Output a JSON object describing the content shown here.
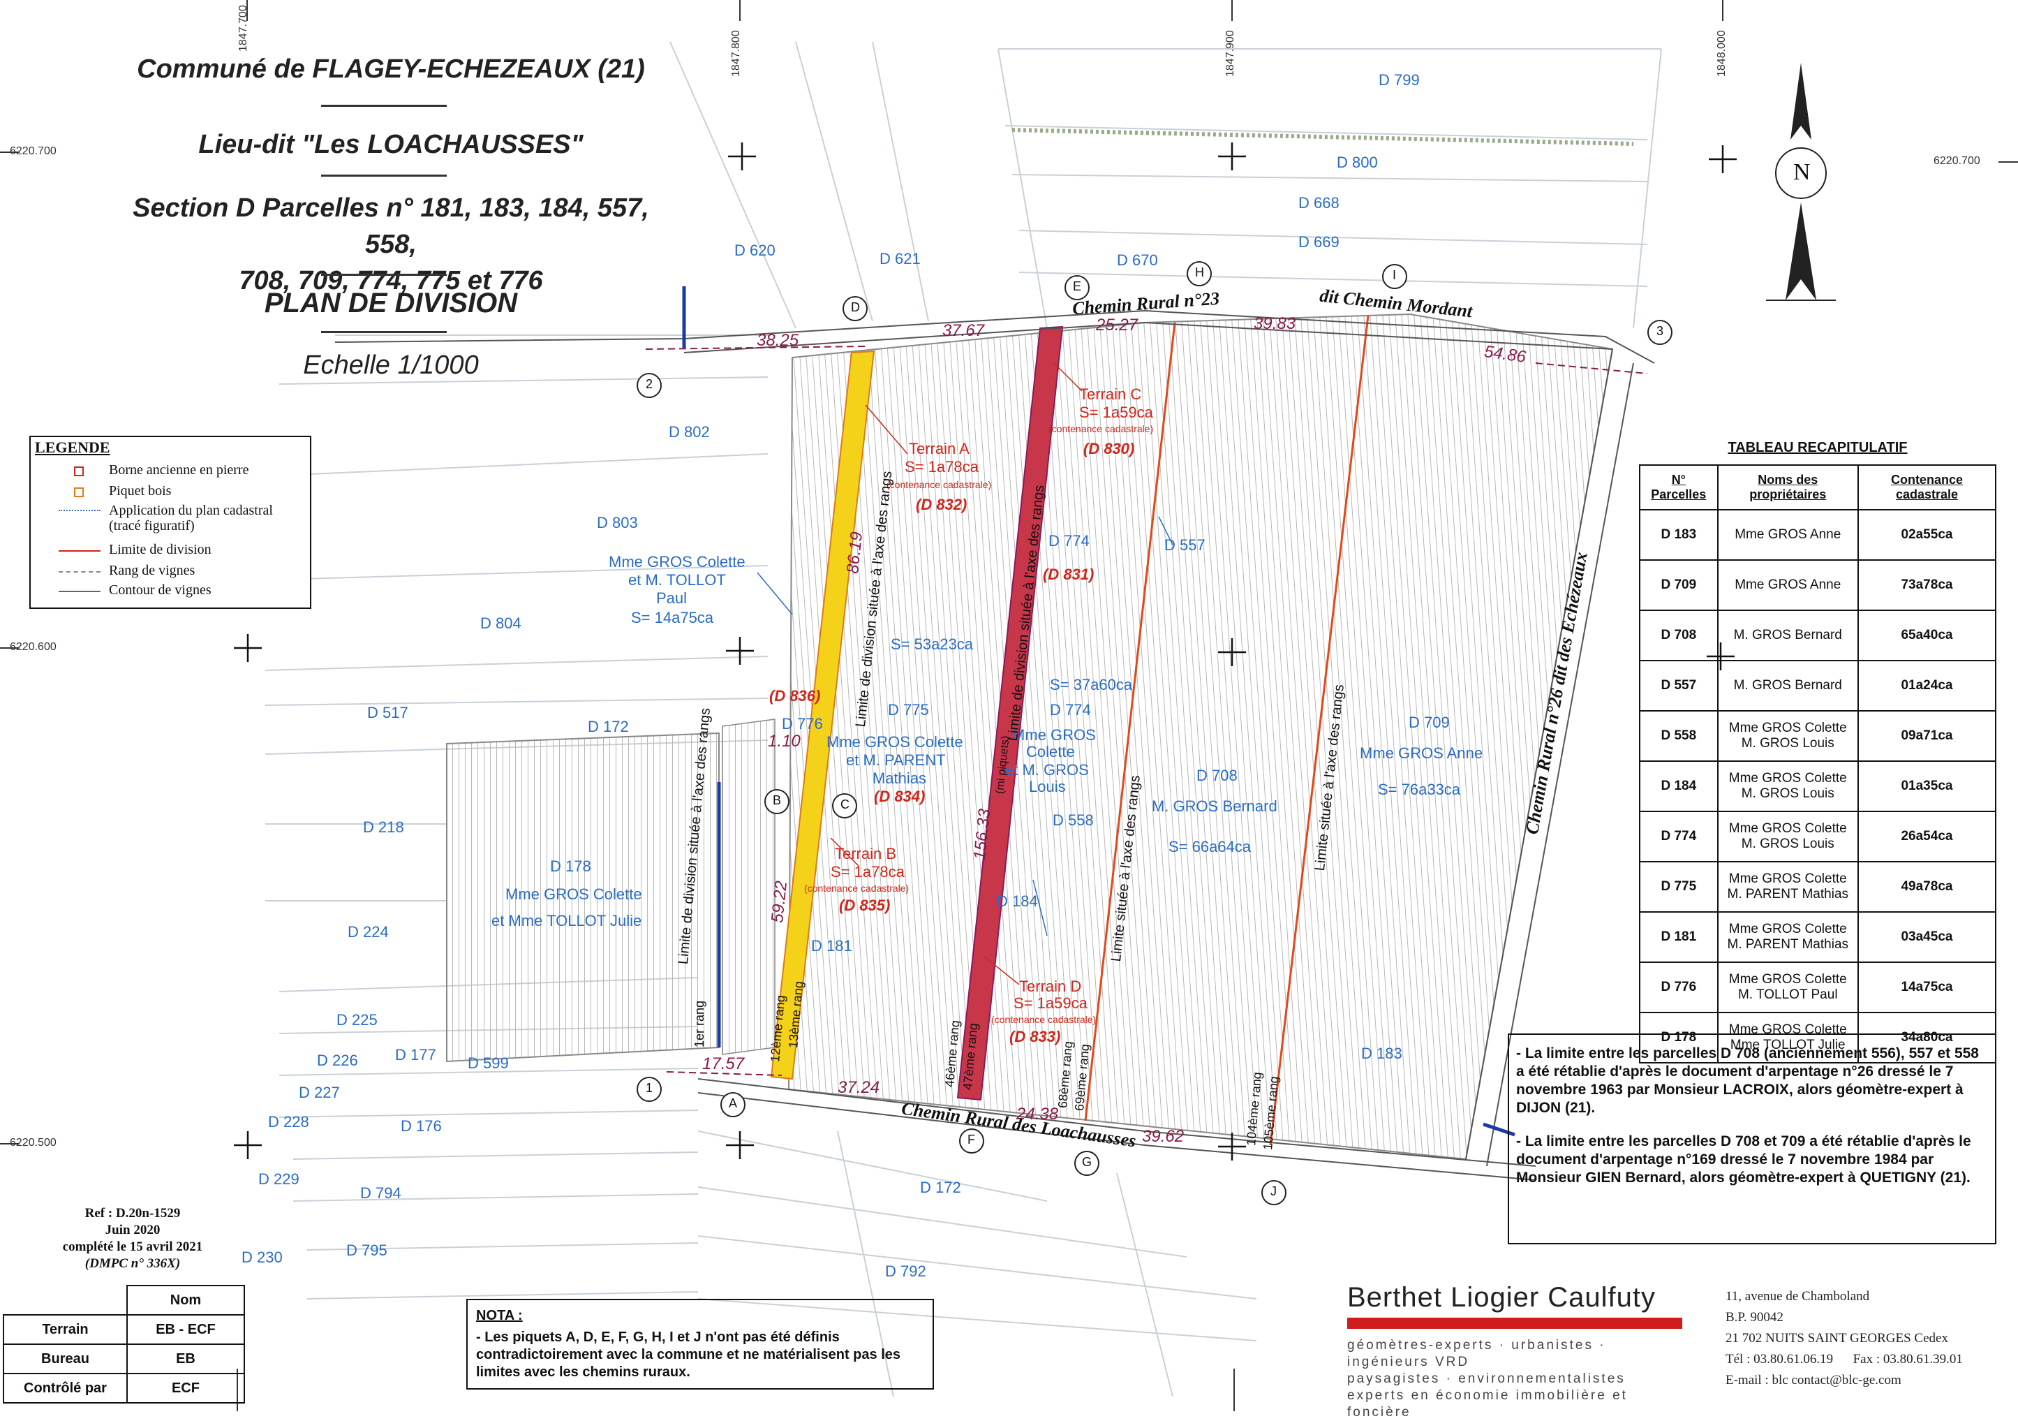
{
  "title": {
    "line1": "Communé de  FLAGEY-ECHEZEAUX (21)",
    "line2": "Lieu-dit \"Les LOACHAUSSES\"",
    "line3a": "Section D Parcelles n° 181, 183, 184, 557, 558,",
    "line3b": "708, 709, 774, 775 et 776",
    "line4": "PLAN DE DIVISION",
    "line5": "Echelle 1/1000"
  },
  "coords": {
    "x1": "1847.700",
    "x2": "1847.800",
    "x3": "1847.900",
    "x4": "1848.000",
    "y1": "6220.700",
    "y2": "6220.600",
    "y3": "6220.500",
    "y1r": "6220.700"
  },
  "legend": {
    "title": "LEGENDE",
    "items": [
      "Borne ancienne en pierre",
      "Piquet bois",
      "Application du plan cadastral",
      "(tracé figuratif)",
      "Limite de division",
      "Rang de vignes",
      "Contour de vignes"
    ]
  },
  "summary": {
    "title": "TABLEAU RECAPITULATIF",
    "headers": [
      "N° Parcelles",
      "Noms des propriétaires",
      "Contenance cadastrale"
    ],
    "rows": [
      [
        "D 183",
        "Mme GROS Anne",
        "",
        "02a55ca"
      ],
      [
        "D 709",
        "Mme GROS Anne",
        "",
        "73a78ca"
      ],
      [
        "D 708",
        "M. GROS Bernard",
        "",
        "65a40ca"
      ],
      [
        "D 557",
        "M. GROS Bernard",
        "",
        "01a24ca"
      ],
      [
        "D 558",
        "Mme GROS Colette",
        "M. GROS Louis",
        "09a71ca"
      ],
      [
        "D 184",
        "Mme GROS Colette",
        "M. GROS Louis",
        "01a35ca"
      ],
      [
        "D 774",
        "Mme GROS Colette",
        "M. GROS Louis",
        "26a54ca"
      ],
      [
        "D 775",
        "Mme GROS Colette",
        "M. PARENT Mathias",
        "49a78ca"
      ],
      [
        "D 181",
        "Mme GROS Colette",
        "M. PARENT Mathias",
        "03a45ca"
      ],
      [
        "D 776",
        "Mme GROS Colette",
        "M. TOLLOT Paul",
        "14a75ca"
      ],
      [
        "D 178",
        "Mme GROS Colette",
        "Mme TOLLOT Julie",
        "34a80ca"
      ]
    ]
  },
  "notes": {
    "p1": "- La limite entre les parcelles D 708 (anciennement 556), 557 et 558 a été rétablie d'après le document d'arpentage n°26 dressé le 7 novembre 1963 par Monsieur LACROIX, alors géomètre-expert à DIJON (21).",
    "p2": "- La limite entre les parcelles D 708 et 709 a été rétablie d'après le document d'arpentage n°169 dressé le 7 novembre 1984 par Monsieur GIEN Bernard, alors géomètre-expert à QUETIGNY (21)."
  },
  "ref": {
    "l1": "Ref : D.20n-1529",
    "l2": "Juin 2020",
    "l3": "complété le 15 avril 2021",
    "l4": "(DMPC n° 336X)"
  },
  "sign": {
    "header": "Nom",
    "rows": [
      [
        "Terrain",
        "EB - ECF"
      ],
      [
        "Bureau",
        "EB"
      ],
      [
        "Contrôlé par",
        "ECF"
      ]
    ]
  },
  "nota": {
    "title": "NOTA :",
    "text": "- Les piquets A, D, E, F, G, H, I et J n'ont pas été définis contradictoirement avec la commune et ne matérialisent pas les limites avec les chemins ruraux."
  },
  "brand": {
    "name": "Berthet  Liogier  Caulfuty",
    "l1": "géomètres-experts · urbanistes · ingénieurs VRD",
    "l2": "paysagistes · environnementalistes",
    "l3": "experts en économie immobilière et foncière"
  },
  "address": {
    "l1": "11, avenue de Chamboland",
    "l2": "B.P. 90042",
    "l3": "21 702 NUITS SAINT GEORGES Cedex",
    "l4": "Tél : 03.80.61.06.19      Fax : 03.80.61.39.01",
    "l5": "E-mail : blc contact@blc-ge.com"
  },
  "map": {
    "roads": {
      "north": "Chemin Rural n°23",
      "north2": "dit Chemin Mordant",
      "south": "Chemin Rural des Loachausses",
      "east": "Chemin Rural n°26 dit des Echézeaux"
    },
    "parcels": [
      "D 799",
      "D 800",
      "D 668",
      "D 669",
      "D 670",
      "D 621",
      "D 620",
      "D 802",
      "D 803",
      "D 804",
      "D 517",
      "D 172",
      "D 218",
      "D 224",
      "D 225",
      "D 226",
      "D 227",
      "D 228",
      "D 229",
      "D 230",
      "D 177",
      "D 599",
      "D 176",
      "D 794",
      "D 795",
      "D 172",
      "D 792",
      "D 181",
      "D 184",
      "D 558",
      "D 774",
      "D 557",
      "D 183"
    ],
    "owners": {
      "o776a": "Mme GROS Colette",
      "o776b": "et M. TOLLOT",
      "o776c": "Paul",
      "o776d": "S= 14a75ca",
      "d775": "D 775",
      "o775a": "Mme GROS Colette",
      "o775b": "et M. PARENT",
      "o775c": "Mathias",
      "s775": "S= 53a23ca",
      "d774": "D 774",
      "o774a": "Mme GROS",
      "o774b": "Colette",
      "o774c": "et M. GROS",
      "o774d": "Louis",
      "s774": "S= 37a60ca",
      "d708": "D 708",
      "o708": "M. GROS Bernard",
      "s708": "S= 66a64ca",
      "d709": "D 709",
      "o709": "Mme GROS Anne",
      "s709": "S= 76a33ca",
      "d178": "D 178",
      "o178a": "Mme GROS Colette",
      "o178b": "et Mme TOLLOT Julie",
      "d776": "D 776"
    },
    "terrains": {
      "a1": "Terrain A",
      "a2": "S= 1a78ca",
      "a3": "(contenance cadastrale)",
      "a4": "(D 832)",
      "b1": "Terrain B",
      "b2": "S= 1a78ca",
      "b3": "(contenance cadastrale)",
      "b4": "(D 835)",
      "c1": "Terrain C",
      "c2": "S= 1a59ca",
      "c3": "(contenance cadastrale)",
      "c4": "(D 830)",
      "d1": "Terrain D",
      "d2": "S= 1a59ca",
      "d3": "(contenance cadastrale)",
      "d4": "(D 833)",
      "d836": "(D 836)",
      "d834": "(D 834)",
      "d831": "(D 831)"
    },
    "dims": [
      "38.25",
      "37.67",
      "25.27",
      "39.83",
      "54.86",
      "17.57",
      "37.24",
      "24.38",
      "39.62",
      "86.19",
      "59.22",
      "156.33",
      "1.10"
    ],
    "points": [
      "D",
      "E",
      "H",
      "I",
      "2",
      "3",
      "B",
      "C",
      "1",
      "A",
      "F",
      "G",
      "J"
    ],
    "rangs": [
      "1er rang",
      "12ème rang",
      "13ème rang",
      "46ème rang",
      "47ème rang",
      "68ème rang",
      "69ème rang",
      "104ème rang",
      "105ème rang"
    ],
    "limits": [
      "Limite de division située à l'axe des rangs",
      "Limite de division située à l'axe des rangs",
      "Limite de division située à l'axe des rangs",
      "Limite située à l'axe des rangs",
      "Limite située à l'axe des rangs"
    ],
    "mid": "(mi piquets)",
    "north": "N"
  }
}
